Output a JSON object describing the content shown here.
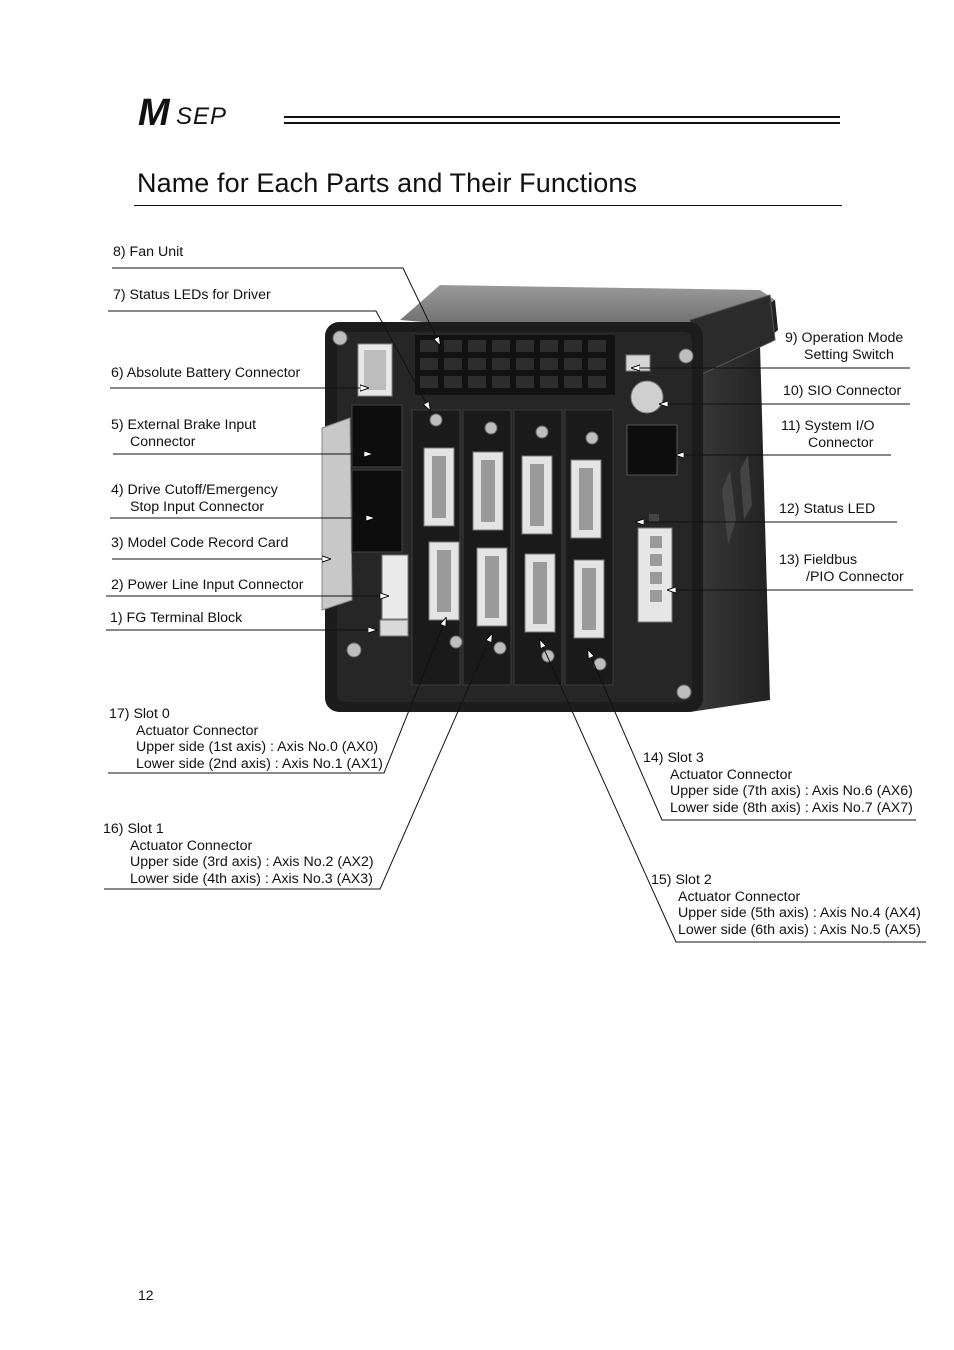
{
  "header": {
    "logo_text": "MSEP"
  },
  "page_title": "Name for Each Parts and Their Functions",
  "labels": {
    "l8": {
      "lines": [
        "8)  Fan Unit"
      ]
    },
    "l7": {
      "lines": [
        "7)  Status LEDs for Driver"
      ]
    },
    "l6": {
      "lines": [
        "6)  Absolute Battery Connector"
      ]
    },
    "l5": {
      "lines": [
        "5)  External Brake Input",
        "Connector"
      ]
    },
    "l4": {
      "lines": [
        "4)  Drive Cutoff/Emergency",
        "Stop Input Connector"
      ]
    },
    "l3": {
      "lines": [
        "3)  Model Code Record Card"
      ]
    },
    "l2": {
      "lines": [
        "2)  Power Line Input Connector"
      ]
    },
    "l1": {
      "lines": [
        "1)  FG Terminal Block"
      ]
    },
    "l9": {
      "lines": [
        "9)  Operation Mode",
        "Setting Switch"
      ]
    },
    "l10": {
      "lines": [
        "10)  SIO Connector"
      ]
    },
    "l11": {
      "lines": [
        "11)  System I/O",
        "Connector"
      ]
    },
    "l12": {
      "lines": [
        "12)  Status LED"
      ]
    },
    "l13": {
      "lines": [
        "13)  Fieldbus",
        "/PIO Connector"
      ]
    },
    "l17": {
      "lines": [
        "17)  Slot 0",
        "Actuator Connector",
        "Upper side (1st axis)  : Axis No.0 (AX0)",
        "Lower side (2nd axis) : Axis No.1 (AX1)"
      ]
    },
    "l16": {
      "lines": [
        "16)  Slot 1",
        "Actuator Connector",
        "Upper side (3rd axis) : Axis No.2 (AX2)",
        "Lower side (4th axis) : Axis No.3 (AX3)"
      ]
    },
    "l14": {
      "lines": [
        "14)  Slot 3",
        "Actuator Connector",
        "Upper side (7th axis)  : Axis No.6 (AX6)",
        "Lower side (8th axis)  : Axis No.7 (AX7)"
      ]
    },
    "l15": {
      "lines": [
        "15)  Slot 2",
        "Actuator Connector",
        "Upper side (5th axis)  : Axis No.4 (AX4)",
        "Lower side (6th axis)  : Axis No.5 (AX5)"
      ]
    }
  },
  "page_number": "12"
}
